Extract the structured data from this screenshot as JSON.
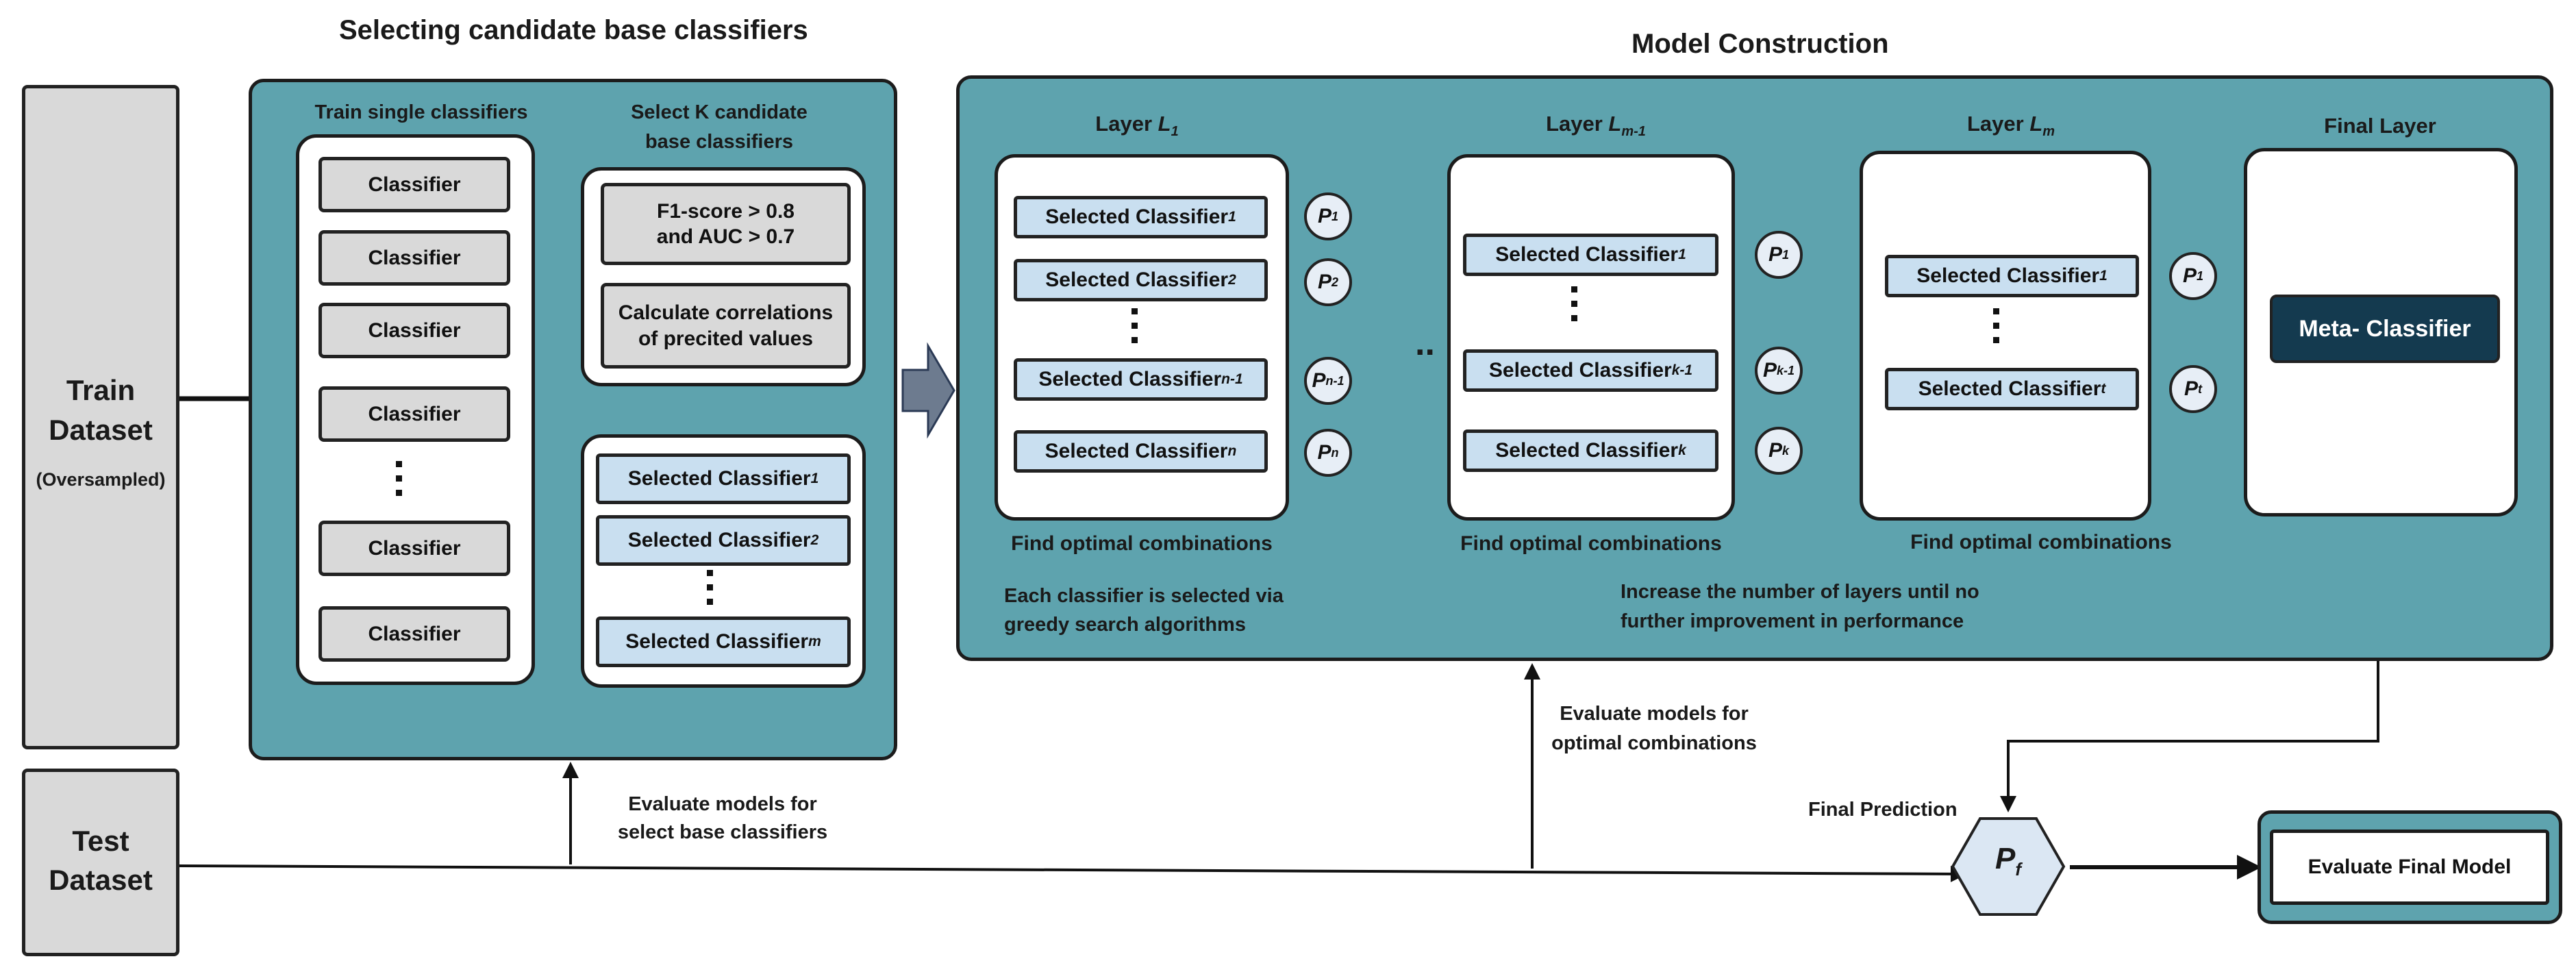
{
  "titles": {
    "left": "Selecting candidate base classifiers",
    "right": "Model Construction"
  },
  "train_dataset": {
    "line1": "Train",
    "line2": "Dataset",
    "note": "(Oversampled)"
  },
  "test_dataset": {
    "line1": "Test",
    "line2": "Dataset"
  },
  "selection": {
    "train_single_title": "Train single classifiers",
    "classifier_label": "Classifier",
    "select_k_title_1": "Select K candidate",
    "select_k_title_2": "base classifiers",
    "criteria_1": "F1-score > 0.8",
    "criteria_2": "and AUC > 0.7",
    "correlations_1": "Calculate correlations",
    "correlations_2": "of precited values",
    "selected_label": "Selected Classifier",
    "subs": [
      "1",
      "2",
      "m"
    ]
  },
  "layers": {
    "layer_word": "Layer",
    "l1_letter": "L",
    "l1_sub": "1",
    "lm1_letter": "L",
    "lm1_sub": "m-1",
    "lm_letter": "L",
    "lm_sub": "m",
    "final_title": "Final Layer",
    "selected_label": "Selected Classifier",
    "layer1_subs": [
      "1",
      "2",
      "n-1",
      "n"
    ],
    "layer2_subs": [
      "1",
      "k-1",
      "k"
    ],
    "layer3_subs": [
      "1",
      "t"
    ],
    "p_letter": "P",
    "p_subs_1": [
      "1",
      "2",
      "n-1",
      "n"
    ],
    "p_subs_2": [
      "1",
      "k-1",
      "k"
    ],
    "p_subs_3": [
      "1",
      "t"
    ],
    "find_optimal": "Find optimal combinations",
    "meta_classifier": "Meta- Classifier",
    "greedy_1": "Each classifier is selected via",
    "greedy_2": "greedy search algorithms",
    "increase_1": "Increase the number of layers until no",
    "increase_2": "further improvement in performance",
    "ellipsis": ".."
  },
  "bottom": {
    "eval_base_1": "Evaluate models for",
    "eval_base_2": "select base classifiers",
    "eval_opt_1": "Evaluate models for",
    "eval_opt_2": "optimal combinations",
    "final_prediction": "Final Prediction",
    "pf_letter": "P",
    "pf_sub": "f",
    "evaluate_final": "Evaluate Final Model"
  },
  "colors": {
    "panel": "#5ea3ae",
    "classifier_grey": "#d9d9d9",
    "selected_blue": "#c9dff0",
    "meta_dark": "#143a4f",
    "arrow_big": "#6d7b8f"
  }
}
